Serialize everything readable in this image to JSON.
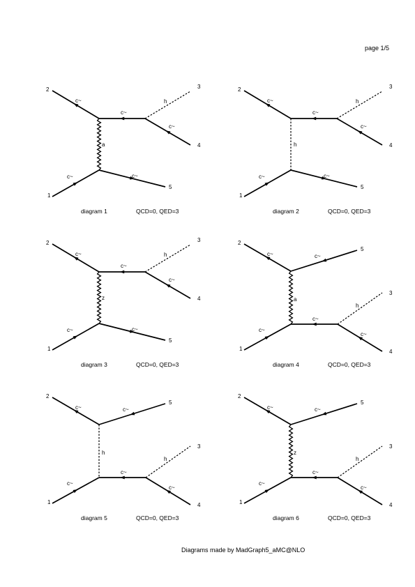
{
  "header": {
    "page_label": "page 1/5"
  },
  "footer": {
    "credit": "Diagrams made by MadGraph5_aMC@NLO"
  },
  "diagrams": [
    {
      "caption": "diagram 1",
      "couplings": "QCD=0, QED=3",
      "ext_labels": [
        "1",
        "2",
        "3",
        "4",
        "5"
      ],
      "particle_labels": [
        "c~",
        "c~",
        "c~",
        "h",
        "c~",
        "a",
        "c~"
      ]
    },
    {
      "caption": "diagram 2",
      "couplings": "QCD=0, QED=3",
      "ext_labels": [
        "1",
        "2",
        "3",
        "4",
        "5"
      ],
      "particle_labels": [
        "c~",
        "c~",
        "c~",
        "h",
        "c~",
        "h",
        "c~"
      ]
    },
    {
      "caption": "diagram 3",
      "couplings": "QCD=0, QED=3",
      "ext_labels": [
        "1",
        "2",
        "3",
        "4",
        "5"
      ],
      "particle_labels": [
        "c~",
        "c~",
        "c~",
        "h",
        "c~",
        "z",
        "c~"
      ]
    },
    {
      "caption": "diagram 4",
      "couplings": "QCD=0, QED=3",
      "ext_labels": [
        "1",
        "2",
        "3",
        "4",
        "5"
      ],
      "particle_labels": [
        "c~",
        "c~",
        "c~",
        "h",
        "c~",
        "a",
        "c~"
      ]
    },
    {
      "caption": "diagram 5",
      "couplings": "QCD=0, QED=3",
      "ext_labels": [
        "1",
        "2",
        "3",
        "4",
        "5"
      ],
      "particle_labels": [
        "c~",
        "c~",
        "c~",
        "h",
        "c~",
        "h",
        "c~"
      ]
    },
    {
      "caption": "diagram 6",
      "couplings": "QCD=0, QED=3",
      "ext_labels": [
        "1",
        "2",
        "3",
        "4",
        "5"
      ],
      "particle_labels": [
        "c~",
        "c~",
        "c~",
        "h",
        "c~",
        "z",
        "c~"
      ]
    }
  ]
}
